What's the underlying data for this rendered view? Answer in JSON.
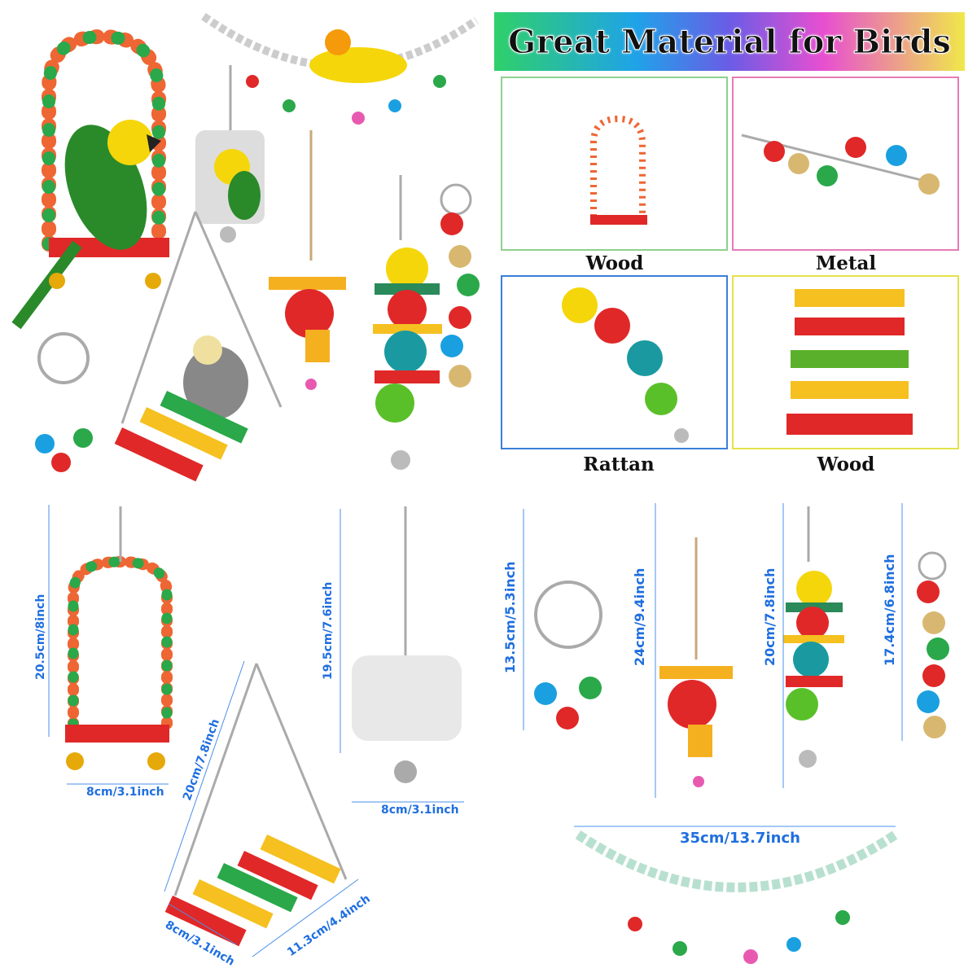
{
  "banner": {
    "title": "Great Material for Birds"
  },
  "materials": [
    {
      "label": "Wood",
      "border": "#8fd18f"
    },
    {
      "label": "Metal",
      "border": "#e87bb5"
    },
    {
      "label": "Rattan",
      "border": "#3b7fd9"
    },
    {
      "label": "Wood",
      "border": "#e3e34a"
    }
  ],
  "dimensions": {
    "arch_swing_height": "20.5cm/8inch",
    "arch_swing_width": "8cm/3.1inch",
    "mirror_height": "19.5cm/7.6inch",
    "mirror_width": "8cm/3.1inch",
    "hanging_swing_height": "20cm/7.8inch",
    "hanging_swing_depth": "8cm/3.1inch",
    "hanging_swing_width": "11.3cm/4.4inch",
    "ring_toy_height": "13.5cm/5.3inch",
    "rope_toy_height": "24cm/9.4inch",
    "rattan_toy_height": "20cm/7.8inch",
    "bell_chain_height": "17.4cm/6.8inch",
    "chain_bridge_width": "35cm/13.7inch"
  }
}
